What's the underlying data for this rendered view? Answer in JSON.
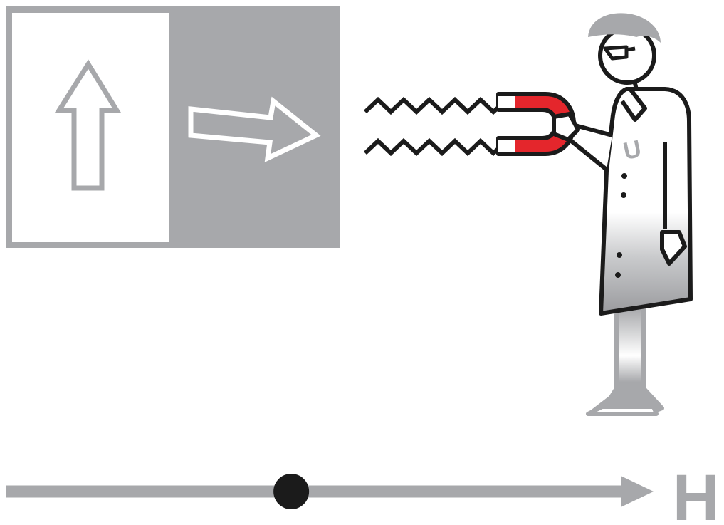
{
  "diagram": {
    "domains": {
      "left": {
        "magnetization_direction": "up"
      },
      "right": {
        "magnetization_direction": "right"
      }
    },
    "scientist": {
      "badge_text": "U",
      "holding": "horseshoe-magnet",
      "coat_buttons": 4
    },
    "magnet": {
      "field_lines": 2
    },
    "field_axis": {
      "label": "H",
      "marker_position": 0.46
    },
    "colors": {
      "gray": "#a7a8ab",
      "dark_gray": "#9a9b9e",
      "red": "#e4262c",
      "black": "#1b1b1b",
      "white": "#ffffff"
    }
  }
}
